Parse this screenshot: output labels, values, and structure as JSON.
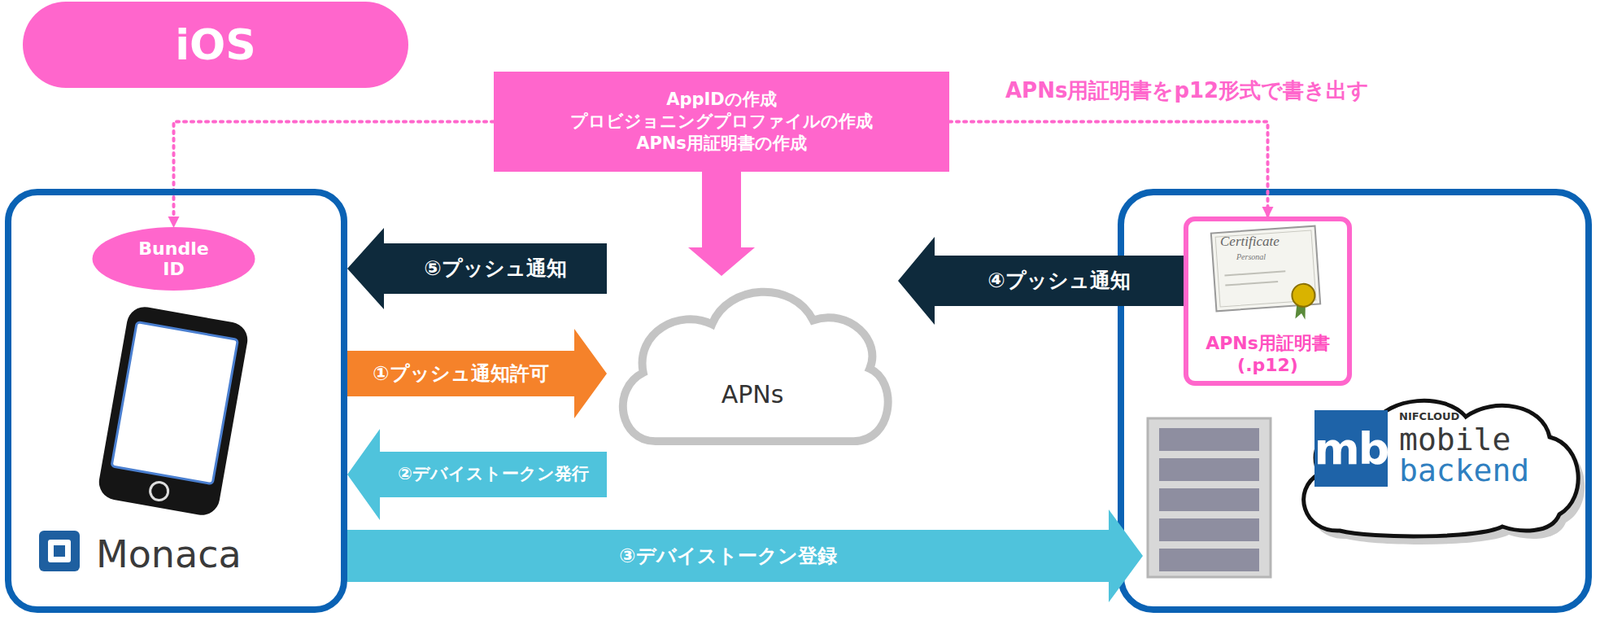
{
  "diagram": {
    "nodes": [
      {
        "text": [
          "iOS"
        ]
      },
      {
        "text": [
          "AppIDの作成",
          "プロビジョニングプロファイルの作成",
          "APNs用証明書の作成"
        ]
      },
      {
        "text": [
          "Monaca"
        ]
      },
      {
        "text": [
          "Bundle ID"
        ],
        "in": 2
      },
      {
        "text": [
          "APNs"
        ]
      },
      {
        "text": [
          "APNs用証明書 (.p12)"
        ]
      },
      {
        "text": [
          "mb",
          "NIFCLOUD",
          "mobile",
          "backend"
        ]
      }
    ],
    "edges": [
      {
        "from": 1,
        "to": 3,
        "arrow": "to"
      },
      {
        "from": 1,
        "to": 5,
        "arrow": "to"
      },
      {
        "from": 1,
        "to": 4,
        "arrow": "to"
      },
      {
        "from": 2,
        "to": 4,
        "label": "①プッシュ通知許可",
        "arrow": "to"
      },
      {
        "from": 4,
        "to": 2,
        "label": "②デバイストークン発行",
        "arrow": "to"
      },
      {
        "from": 2,
        "to": 6,
        "label": "③デバイストークン登録",
        "arrow": "to"
      },
      {
        "from": 5,
        "to": 4,
        "label": "④プッシュ通知",
        "arrow": "to"
      },
      {
        "from": 4,
        "to": 2,
        "label": "⑤プッシュ通知",
        "arrow": "to"
      }
    ],
    "labels": [
      "APNs用証明書をp12形式で書き出す",
      "Certificate",
      "Personal"
    ]
  }
}
